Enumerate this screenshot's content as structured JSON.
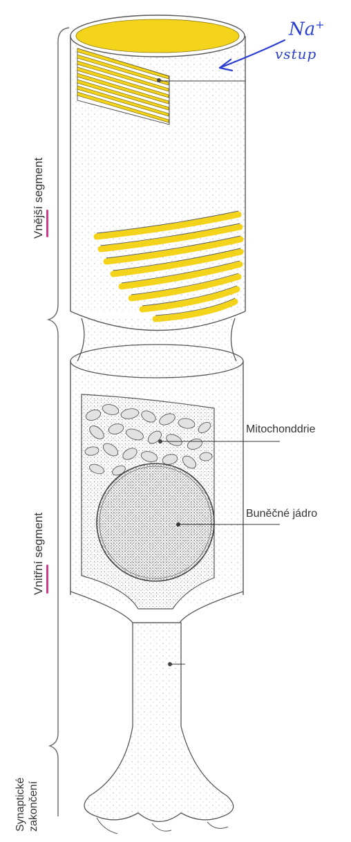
{
  "annotations": {
    "na_main": "Na",
    "na_sup": "+",
    "entry": "vstup"
  },
  "labels": {
    "outer_segment": "Vnější segment",
    "inner_segment": "Vnitřní segment",
    "synaptic_line1": "Synaptické",
    "synaptic_line2": "zakončení",
    "mitochondria": "Mitochonddrie",
    "nucleus": "Buněčné jádro"
  },
  "colors": {
    "disc_yellow": "#f4d41a",
    "handwriting_blue": "#2a3fd0",
    "underline_pink": "#d03a8a",
    "outline": "#555555",
    "stipple": "#9a9a9a"
  }
}
